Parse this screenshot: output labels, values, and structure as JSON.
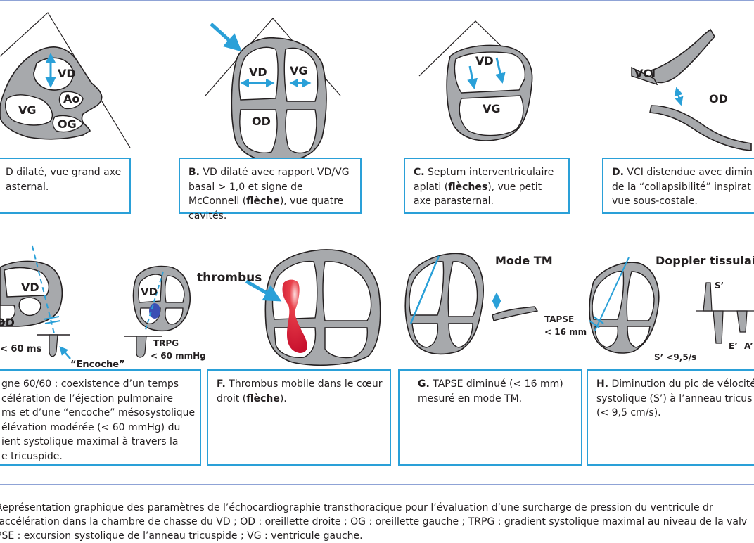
{
  "panels": {
    "a": {
      "labels": {
        "vd": "VD",
        "ao": "Ao",
        "vg": "VG",
        "og": "OG"
      },
      "caption": {
        "letter": "",
        "text": "D dilaté, vue grand axe\nasternal."
      }
    },
    "b": {
      "labels": {
        "vd": "VD",
        "vg": "VG",
        "od": "OD"
      },
      "caption": {
        "letter": "B.",
        "p1": " VD dilaté avec rapport VD/VG basal > 1,0 et signe de McConnell (",
        "bold": "flèche",
        "p2": "), vue quatre cavités."
      }
    },
    "c": {
      "labels": {
        "vd": "VD",
        "vg": "VG"
      },
      "caption": {
        "letter": "C.",
        "p1": " Septum interventriculaire aplati (",
        "bold": "flèches",
        "p2": "), vue petit axe parasternal."
      }
    },
    "d": {
      "labels": {
        "vci": "VCI",
        "od": "OD"
      },
      "caption": {
        "letter": "D.",
        "p1": " VCI distendue avec dimin",
        "p2": "de la “collapsibilité” inspirat",
        "p3": "vue sous-costale."
      }
    },
    "e": {
      "labels": {
        "vd": "VD",
        "od": "OD",
        "time": "< 60 ms",
        "notch": "“Encoche”",
        "vd2": "VD",
        "trpg": "TRPG",
        "trpg_val": "< 60 mmHg"
      },
      "caption": {
        "lines": [
          "gne 60/60 : coexistence d’un temps",
          "célération de l’éjection pulmonaire",
          "ms et d’une “encoche” mésosystolique",
          "élévation modérée (< 60 mmHg) du",
          "ient systolique maximal à travers la",
          "e tricuspide."
        ]
      }
    },
    "f": {
      "labels": {
        "thrombus": "thrombus"
      },
      "caption": {
        "letter": "F.",
        "p1": " Thrombus mobile dans le cœur droit (",
        "bold": "flèche",
        "p2": ")."
      }
    },
    "g": {
      "labels": {
        "mode": "Mode TM",
        "tapse": "TAPSE",
        "tapse_val": "< 16 mm"
      },
      "caption": {
        "letter": "G.",
        "p1": " TAPSE diminué (< 16 mm) mesuré en mode TM."
      }
    },
    "h": {
      "labels": {
        "doppler": "Doppler tissulair",
        "s": "S’",
        "e": "E’",
        "a": "A’",
        "s_val": "S’ <9,5/s"
      },
      "caption": {
        "letter": "H.",
        "p1": " Diminution du pic de vélocité",
        "p2": "systolique (S’) à l’anneau tricus",
        "p3": "(< 9,5 cm/s)."
      }
    }
  },
  "footer": {
    "line1": "Représentation graphique des paramètres de l’échocardiographie transthoracique pour l’évaluation d’une surcharge de pression du ventricule dr",
    "line2": "’accélération dans la chambre de chasse du VD ; OD : oreillette droite ; OG : oreillette gauche ; TRPG : gradient systolique maximal au niveau de la valv",
    "line3": "PSE : excursion systolique de l’anneau tricuspide ; VG : ventricule gauche."
  },
  "colors": {
    "wall": "#a7a9ac",
    "outline": "#231f20",
    "arrow": "#2aa0d8",
    "box": "#2aa0d8",
    "rule": "#8fa3d6",
    "thrombus": "#c8102e",
    "septum_mark": "#3a4fb4"
  }
}
